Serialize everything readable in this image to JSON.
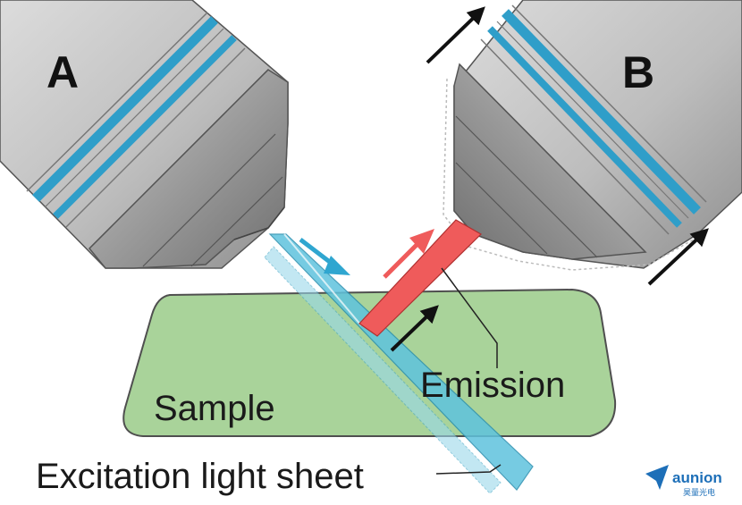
{
  "labels": {
    "objective_a": "A",
    "objective_b": "B",
    "sample": "Sample",
    "emission": "Emission",
    "excitation": "Excitation light sheet"
  },
  "watermark": {
    "name": "aunion",
    "subtitle": "昊量光电"
  },
  "colors": {
    "objective_body": "#c8c8c8",
    "objective_ring": "#2f9ec9",
    "sample": "#a9d39a",
    "excitation_beam": "#5fc3dd",
    "emission_beam": "#ef5b5b",
    "arrows": "#111111"
  }
}
